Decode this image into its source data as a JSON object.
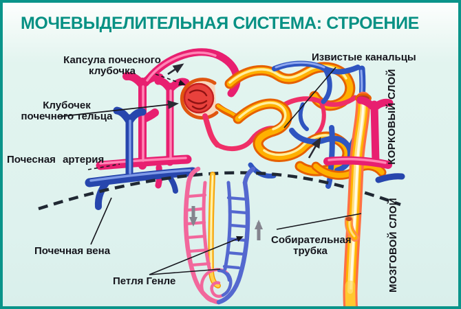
{
  "title": "МОЧЕВЫДЕЛИТЕЛЬНАЯ СИСТЕМА: СТРОЕНИЕ",
  "labels": {
    "capsule": {
      "line1": "Капсула почесного",
      "line2": "клубочка"
    },
    "glomerulus": {
      "line1": "Клубочек",
      "line2": "почечного тельца"
    },
    "renal_artery": "Почесная артерия",
    "renal_vein": "Почечная вена",
    "henle_loop": "Петля Генле",
    "convoluted_tubules": "Извистые канальцы",
    "collecting_duct": {
      "line1": "Собирательная",
      "line2": "трубка"
    },
    "cortical_layer": "КОРКОВЫЙ СЛОЙ",
    "medullary_layer": "МОЗГОВОЙ СЛОЙ"
  },
  "colors": {
    "frame_border": "#0a948a",
    "title_teal": "#089184",
    "background_mint": "#def2ee",
    "artery_pink": "#e81f70",
    "vein_blue": "#2746ad",
    "tubule_orange": "#ffb000",
    "duct_salmon": "#ff7043",
    "label_text": "#15151c",
    "flow_arrow_gray": "#84848e"
  }
}
